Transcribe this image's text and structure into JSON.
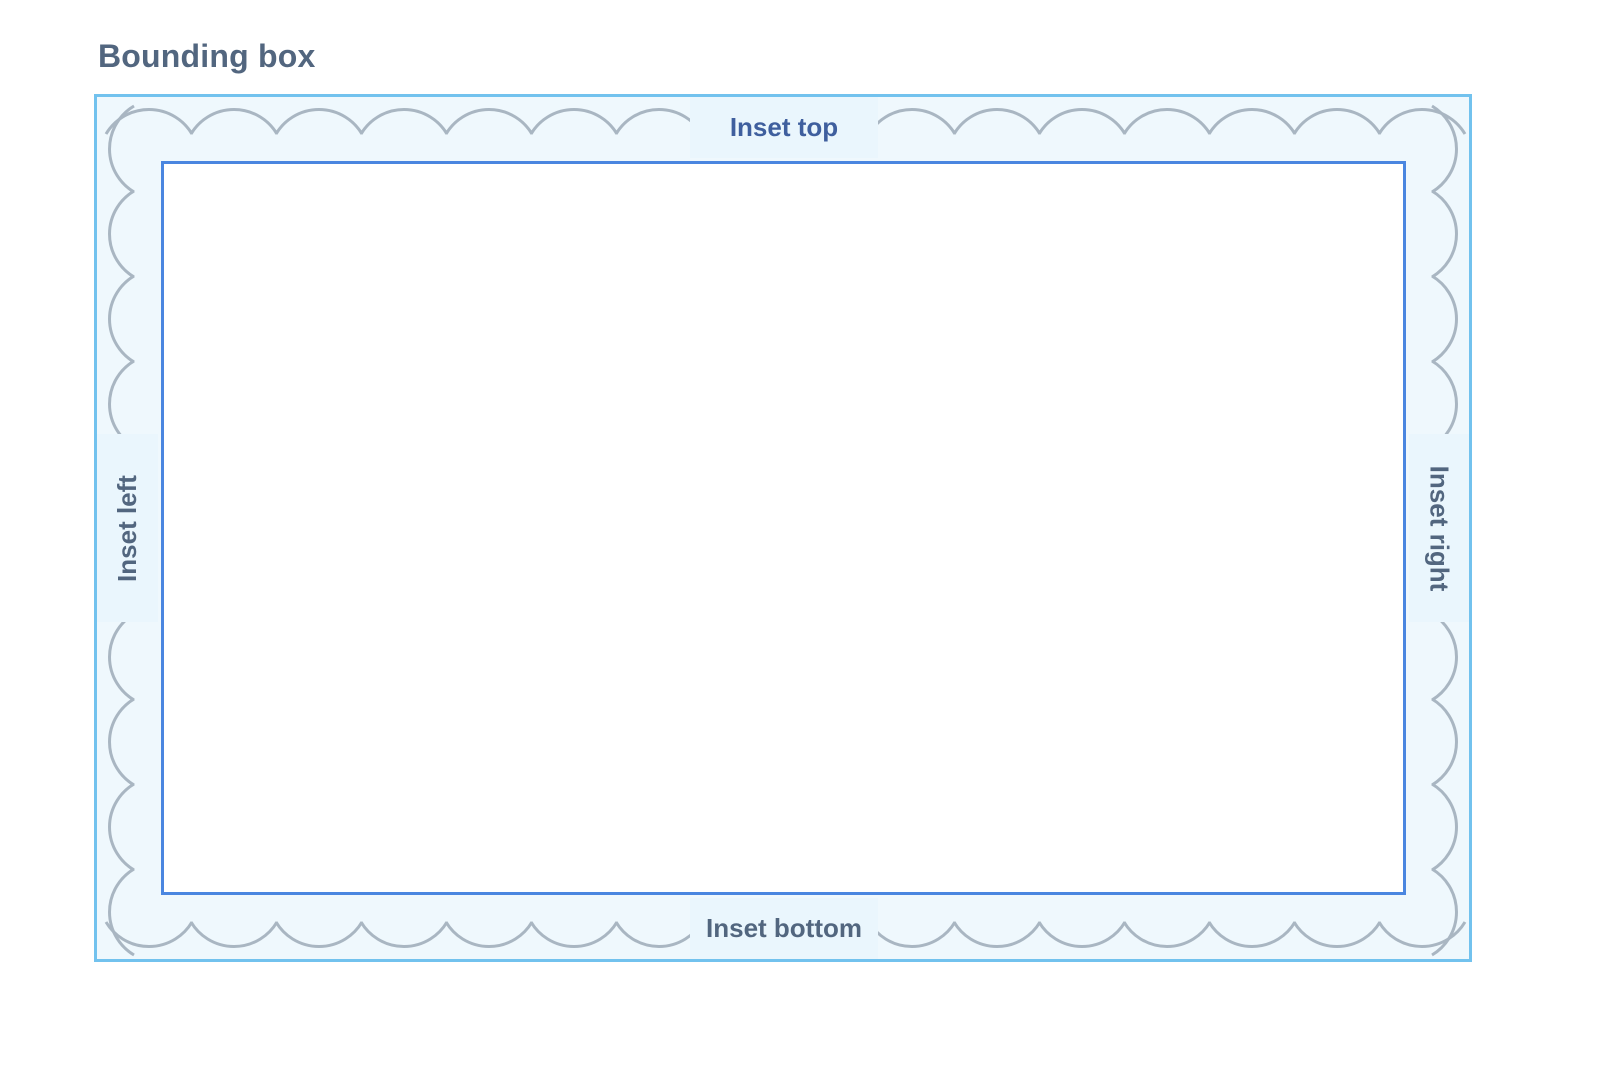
{
  "diagram": {
    "title": "Bounding box",
    "labels": {
      "top": "Inset top",
      "bottom": "Inset bottom",
      "left": "Inset left",
      "right": "Inset right"
    },
    "colors": {
      "outer_border": "#72c2ee",
      "outer_fill": "#eff8fd",
      "inner_border": "#4a86e0",
      "scallop_stroke": "#a9b6c2",
      "label_top": "#3f5f9e",
      "label_text": "#52667f"
    }
  }
}
